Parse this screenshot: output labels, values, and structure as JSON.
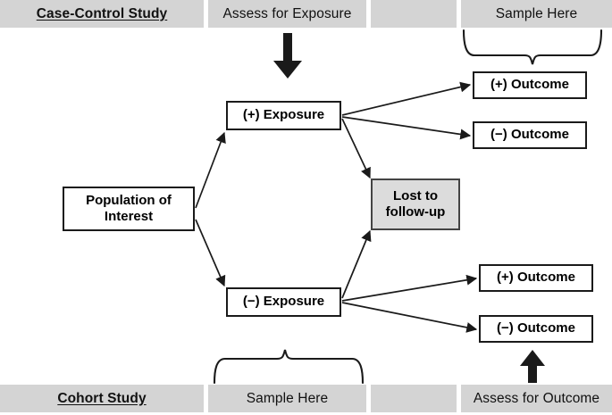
{
  "diagram": {
    "title_top_left": "Case-Control Study",
    "title_bottom_left": "Cohort Study",
    "top_band": [
      {
        "label": "Case-Control Study",
        "emphasis": true
      },
      {
        "label": "Assess for Exposure",
        "emphasis": false
      },
      {
        "label": "",
        "emphasis": false
      },
      {
        "label": "Sample Here",
        "emphasis": false
      }
    ],
    "bottom_band": [
      {
        "label": "Cohort Study",
        "emphasis": true
      },
      {
        "label": "Sample Here",
        "emphasis": false
      },
      {
        "label": "",
        "emphasis": false
      },
      {
        "label": "Assess for Outcome",
        "emphasis": false
      }
    ],
    "nodes": {
      "population": "Population of Interest",
      "exposure_positive": "(+) Exposure",
      "exposure_negative": "(−) Exposure",
      "lost": "Lost to follow-up",
      "outcome_pos_top": "(+) Outcome",
      "outcome_neg_top": "(−) Outcome",
      "outcome_pos_bottom": "(+) Outcome",
      "outcome_neg_bottom": "(−) Outcome"
    },
    "colors": {
      "band_fill": "#d4d4d4",
      "node_fill": "#ffffff",
      "shaded_node_fill": "#dcdcdc",
      "stroke": "#1a1a1a",
      "text": "#000000"
    },
    "markers": {
      "top_direction_arrow": "thick-down-arrow",
      "bottom_direction_arrow": "thick-up-arrow",
      "top_brace": "curly-brace-up",
      "bottom_brace": "curly-brace-down"
    }
  }
}
